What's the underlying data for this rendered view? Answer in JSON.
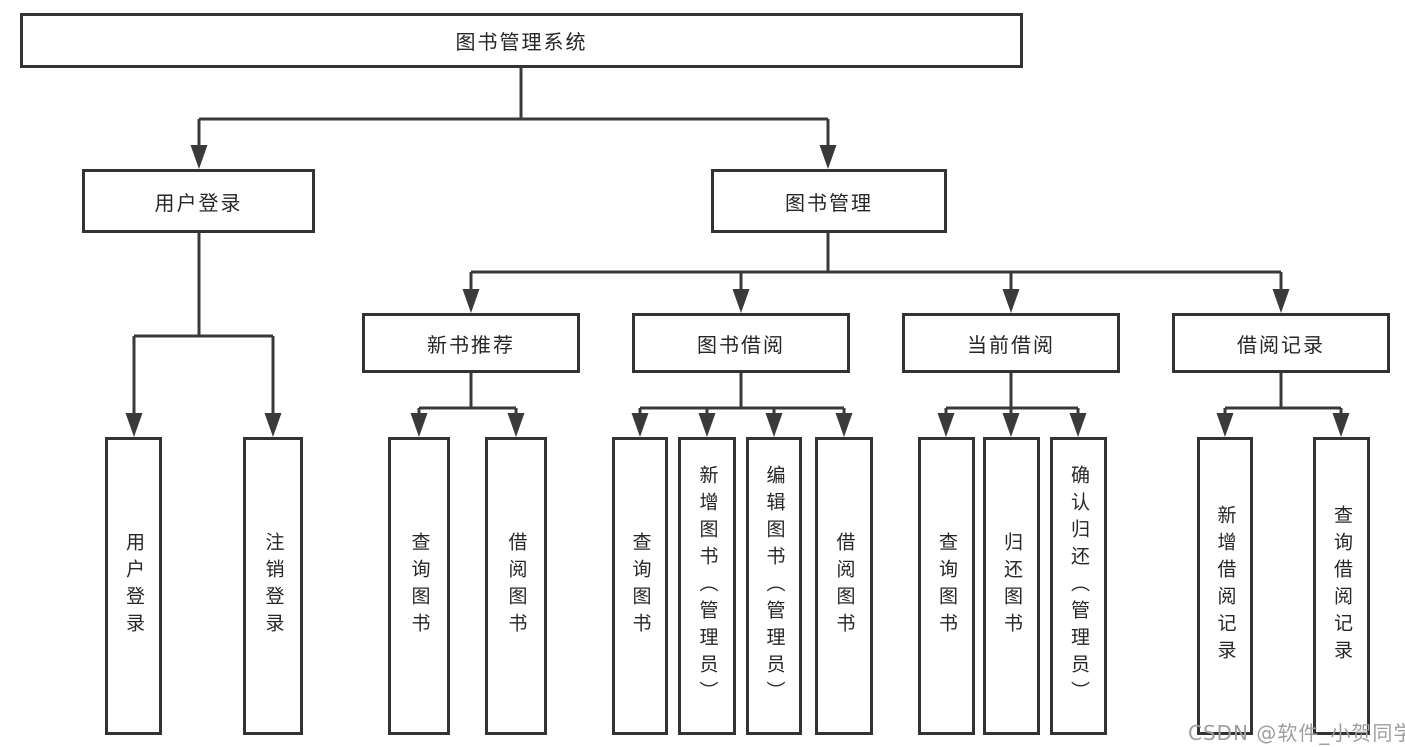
{
  "diagram": {
    "title": "图书管理系统",
    "colors": {
      "line": "#3a3a3a",
      "border": "#333333",
      "text": "#262626",
      "watermark_text_color": "#9e9e9e",
      "background": "#ffffff"
    },
    "nodes": {
      "root": {
        "label": "图书管理系统"
      },
      "branches": [
        {
          "label": "用户登录"
        },
        {
          "label": "图书管理"
        }
      ],
      "categories": [
        {
          "label": "新书推荐"
        },
        {
          "label": "图书借阅"
        },
        {
          "label": "当前借阅"
        },
        {
          "label": "借阅记录"
        }
      ],
      "leaves": [
        {
          "label": "用户登录",
          "parent": "用户登录"
        },
        {
          "label": "注销登录",
          "parent": "用户登录"
        },
        {
          "label": "查询图书",
          "parent": "新书推荐"
        },
        {
          "label": "借阅图书",
          "parent": "新书推荐"
        },
        {
          "label": "查询图书",
          "parent": "图书借阅"
        },
        {
          "label": "新增图书（管理员）",
          "parent": "图书借阅"
        },
        {
          "label": "编辑图书（管理员）",
          "parent": "图书借阅"
        },
        {
          "label": "借阅图书",
          "parent": "图书借阅"
        },
        {
          "label": "查询图书",
          "parent": "当前借阅"
        },
        {
          "label": "归还图书",
          "parent": "当前借阅"
        },
        {
          "label": "确认归还（管理员）",
          "parent": "当前借阅"
        },
        {
          "label": "新增借阅记录",
          "parent": "借阅记录"
        },
        {
          "label": "查询借阅记录",
          "parent": "借阅记录"
        }
      ]
    },
    "watermark": {
      "text": "CSDN @软件_小贺同学"
    }
  }
}
